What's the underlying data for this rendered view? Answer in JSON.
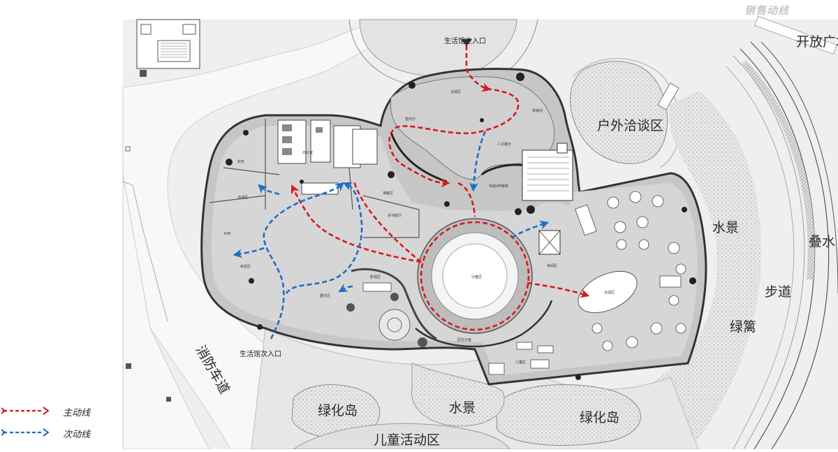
{
  "header": {
    "title": "销售动线"
  },
  "legend": [
    {
      "label": "主动线",
      "color": "#d7191c"
    },
    {
      "label": "次动线",
      "color": "#1f6dc4"
    }
  ],
  "areas": {
    "open_plaza": "开放广场",
    "outdoor_negotiation": "户外洽谈区",
    "water_scene_east": "水景",
    "stacked_water": "叠水",
    "footpath": "步道",
    "green_fence": "绿篱",
    "fire_lane": "消防车道",
    "green_island_left": "绿化岛",
    "green_island_right": "绿化岛",
    "water_scene_south": "水景",
    "kids_area": "儿童活动区"
  },
  "entrances": {
    "main": "生活馆主入口",
    "secondary": "生活馆次入口"
  },
  "colors": {
    "main_route": "#d7191c",
    "secondary_route": "#1f6dc4",
    "ground": "#ececec",
    "building": "#b9b9b9",
    "road": "#f7f7f7"
  }
}
